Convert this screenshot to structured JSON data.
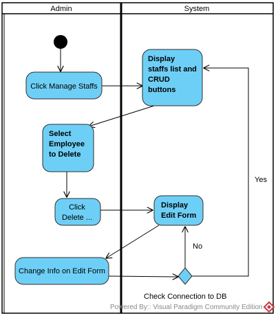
{
  "colors": {
    "action_fill": "#6ecff6",
    "action_stroke": "#2e2e2e",
    "edge": "#000000",
    "footer_text": "#888888",
    "footer_logo": "#c9353f"
  },
  "lanes": [
    {
      "title": "Admin"
    },
    {
      "title": "System"
    }
  ],
  "nodes": {
    "display_list": [
      "Display",
      "staffs list and",
      "CRUD",
      "buttons"
    ],
    "click_manage": "Click Manage Staffs",
    "select_employee": [
      "Select",
      "Employee",
      "to Delete"
    ],
    "click_delete": [
      "Click",
      "Delete ..."
    ],
    "display_edit_form": [
      "Display",
      "Edit Form"
    ],
    "change_info": "Change Info on Edit Form"
  },
  "guards": {
    "yes": "Yes",
    "no": "No"
  },
  "decision_label": "Check Connection to DB",
  "footer": {
    "text": "Powered By:: Visual Paradigm Community Edition",
    "logo_icon": "visual-paradigm-logo-icon"
  }
}
